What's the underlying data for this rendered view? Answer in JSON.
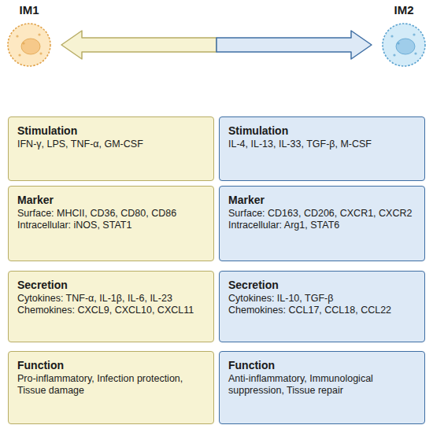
{
  "diagram": {
    "nodes": [
      {
        "text": [
          "IM1"
        ]
      },
      {
        "text": [
          "IM2"
        ]
      },
      {
        "text": [
          "Stimulation",
          "IFN-γ, LPS, TNF-α, GM-CSF"
        ]
      },
      {
        "text": [
          "Stimulation",
          "IL-4, IL-13, IL-33, TGF-β, M-CSF"
        ]
      },
      {
        "text": [
          "Marker",
          "Surface: MHCII, CD36, CD80, CD86",
          "Intracellular: iNOS, STAT1"
        ]
      },
      {
        "text": [
          "Marker",
          "Surface: CD163, CD206, CXCR1, CXCR2",
          "Intracellular: Arg1, STAT6"
        ]
      },
      {
        "text": [
          "Secretion",
          "Cytokines: TNF-α, IL-1β, IL-6, IL-23",
          "Chemokines: CXCL9, CXCL10, CXCL11"
        ]
      },
      {
        "text": [
          "Secretion",
          "Cytokines: IL-10, TGF-β",
          "Chemokines: CCL17, CCL18, CCL22"
        ]
      },
      {
        "text": [
          "Function",
          "Pro-inflammatory, Infection protection, Tissue damage"
        ]
      },
      {
        "text": [
          "Function",
          "Anti-inflammatory, Immunological suppression, Tissue repair"
        ]
      }
    ],
    "edges": [
      {
        "from": 0,
        "to": 1,
        "arrow": "both"
      }
    ]
  }
}
